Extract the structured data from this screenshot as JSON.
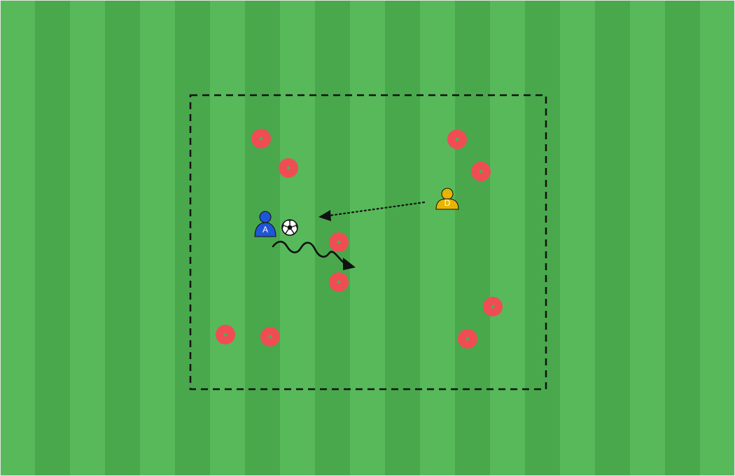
{
  "colors": {
    "stripe_light": "#57B95A",
    "stripe_dark": "#49A84C",
    "pitch_border": "#e8e8e8",
    "zone_line": "#111111",
    "cone_fill": "#EF4D53",
    "cone_center": "#4CAF50",
    "attacker": "#1F55D6",
    "defender": "#E8B400",
    "arrow": "#111111"
  },
  "players": {
    "attacker": {
      "label": "A",
      "icon": "player-icon",
      "team": "attacker"
    },
    "defender": {
      "label": "D",
      "icon": "player-icon",
      "team": "defender"
    }
  },
  "ball": {
    "icon": "soccer-ball-icon"
  },
  "cones": {
    "count": 10,
    "icon": "training-cone-icon"
  },
  "movements": {
    "dribble": {
      "style": "wavy",
      "from": "attacker"
    },
    "pressure": {
      "style": "dotted",
      "from": "defender",
      "to": "attacker"
    }
  },
  "zone": {
    "style": "dashed-rectangle"
  }
}
